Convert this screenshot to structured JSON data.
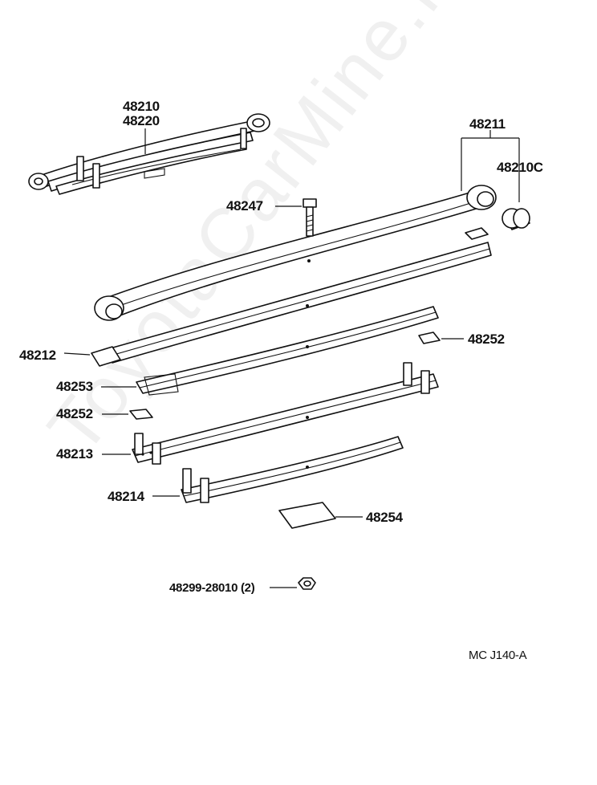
{
  "watermark": "ToyotaCarMine.ru",
  "figure_code": "MC  J140-A",
  "parts": [
    {
      "id": "48210",
      "label": "48210"
    },
    {
      "id": "48220",
      "label": "48220"
    },
    {
      "id": "48211",
      "label": "48211"
    },
    {
      "id": "48210C",
      "label": "48210C"
    },
    {
      "id": "48247",
      "label": "48247"
    },
    {
      "id": "48212",
      "label": "48212"
    },
    {
      "id": "48252a",
      "label": "48252"
    },
    {
      "id": "48253",
      "label": "48253"
    },
    {
      "id": "48252b",
      "label": "48252"
    },
    {
      "id": "48213",
      "label": "48213"
    },
    {
      "id": "48214",
      "label": "48214"
    },
    {
      "id": "48254",
      "label": "48254"
    },
    {
      "id": "48299",
      "label": "48299-28010 (2)"
    }
  ]
}
